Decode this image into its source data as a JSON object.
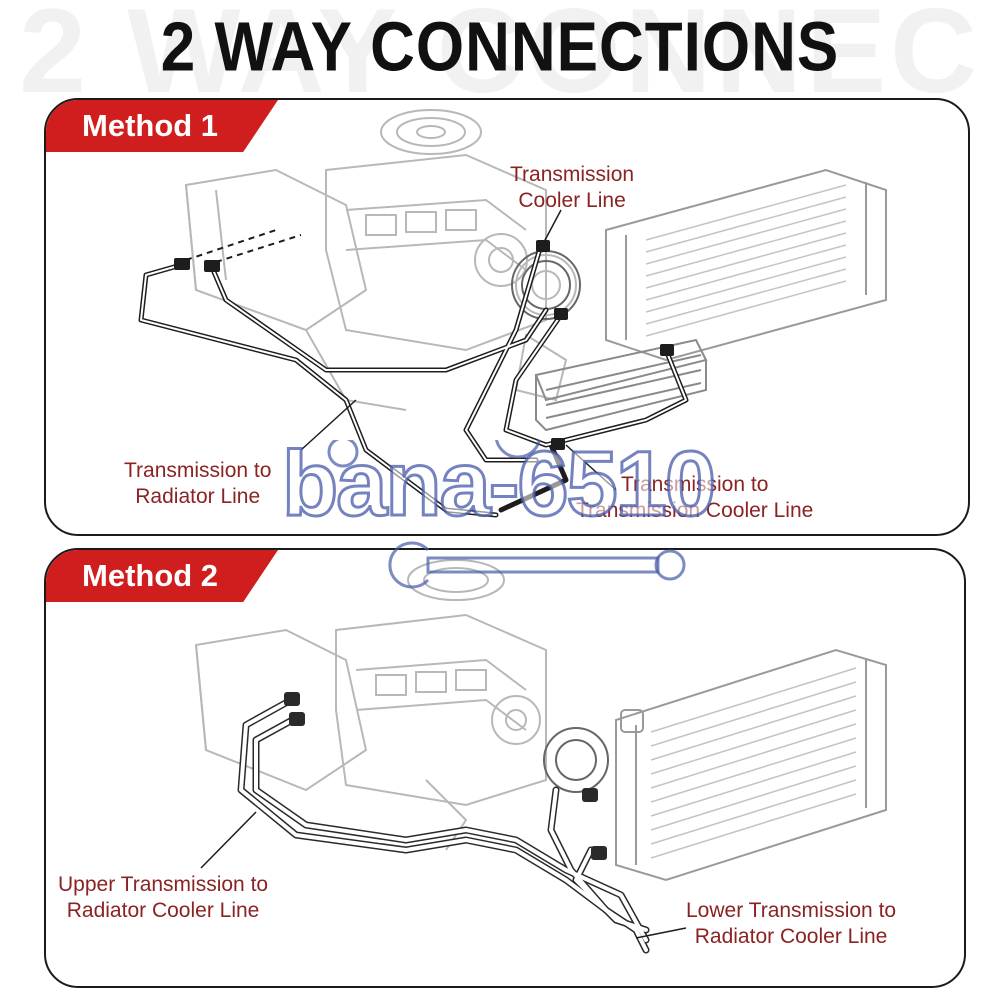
{
  "title": "2 WAY CONNECTIONS",
  "background_text": "2 WAY CONNEC",
  "colors": {
    "accent_red": "#d01e1e",
    "label_red": "#8b2323",
    "outline": "#1a1a1a",
    "watermark_blue": "#5566b0"
  },
  "method1": {
    "tag": "Method 1",
    "labels": {
      "cooler_line": [
        "Transmission",
        "Cooler Line"
      ],
      "to_radiator_line": [
        "Transmission to",
        "Radiator Line"
      ],
      "to_cooler_line": [
        "Transmission to",
        "Transmission Cooler Line"
      ]
    }
  },
  "method2": {
    "tag": "Method 2",
    "labels": {
      "upper_line": [
        "Upper Transmission to",
        "Radiator Cooler Line"
      ],
      "lower_line": [
        "Lower Transmission to",
        "Radiator Cooler Line"
      ]
    }
  },
  "watermark": "bana-6510"
}
